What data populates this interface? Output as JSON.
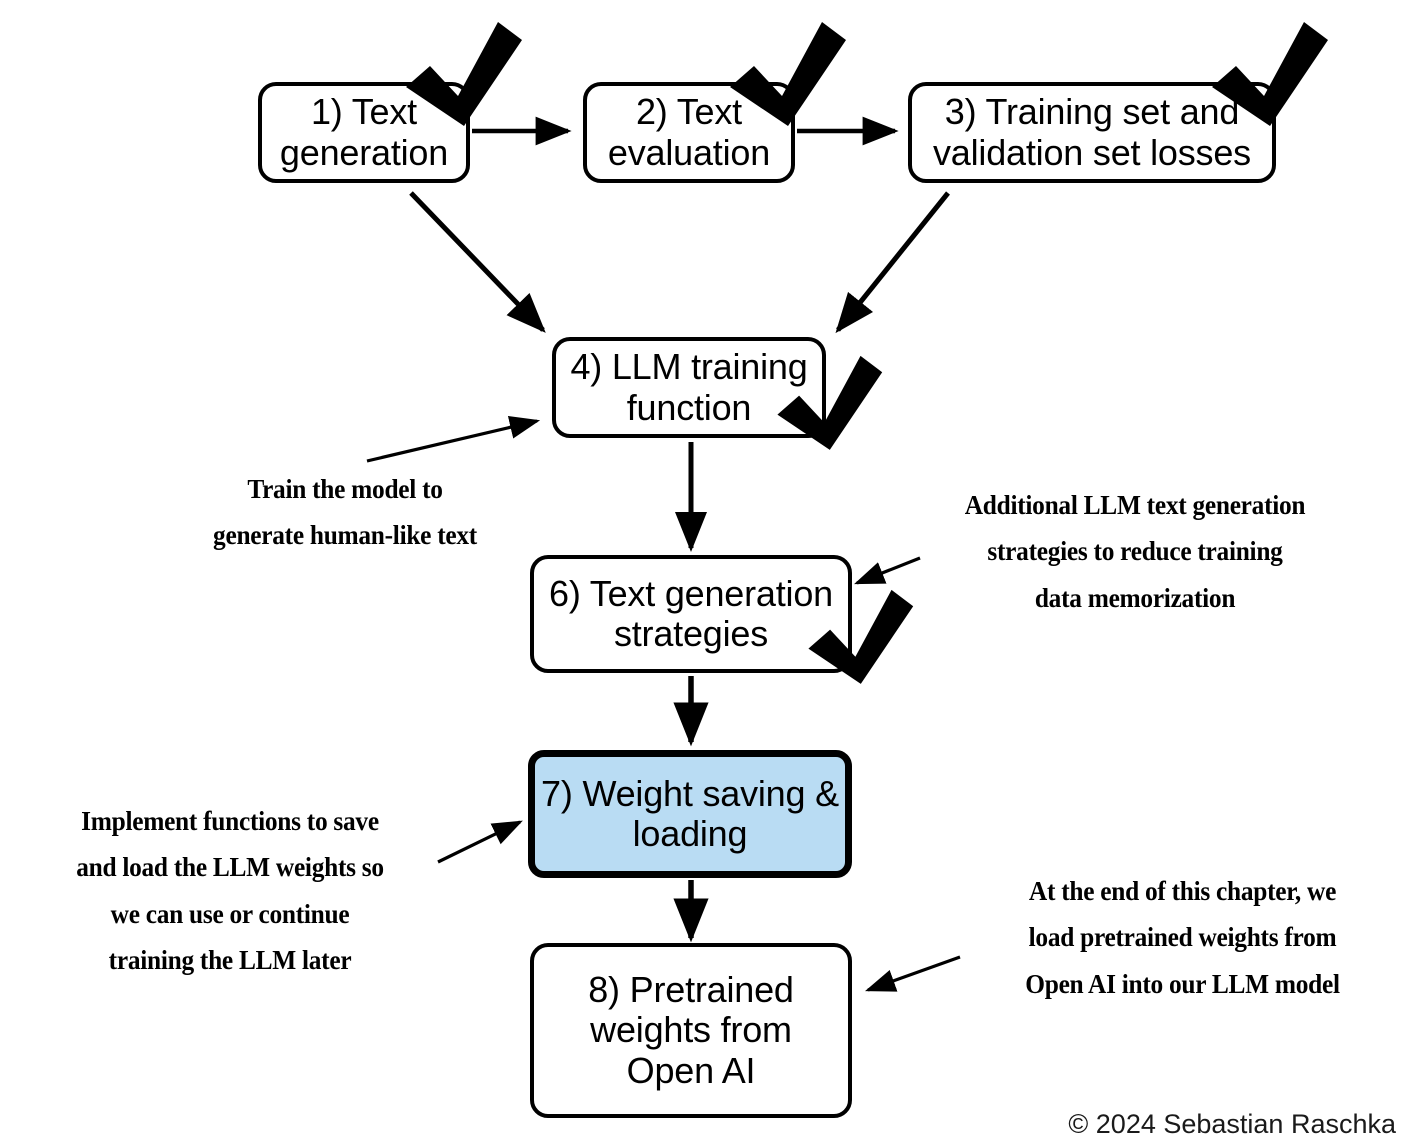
{
  "diagram": {
    "title": "LLM pretraining chapter overview flowchart",
    "background_color": "#ffffff",
    "stroke_color": "#000000",
    "highlight_color": "#b9dcf3"
  },
  "nodes": [
    {
      "id": "n1",
      "label": "1) Text\ngeneration",
      "state": "done"
    },
    {
      "id": "n2",
      "label": "2) Text\nevaluation",
      "state": "done"
    },
    {
      "id": "n3",
      "label": "3) Training set and\nvalidation set losses",
      "state": "done"
    },
    {
      "id": "n4",
      "label": "4) LLM training\nfunction",
      "state": "done"
    },
    {
      "id": "n6",
      "label": "6) Text generation\nstrategies",
      "state": "done"
    },
    {
      "id": "n7",
      "label": "7) Weight saving &\nloading",
      "state": "current"
    },
    {
      "id": "n8",
      "label": "8) Pretrained\nweights from\nOpen AI",
      "state": "upcoming"
    }
  ],
  "annotations": [
    {
      "id": "a1",
      "text": "Train the model to\ngenerate human-like text",
      "points_to": "n4"
    },
    {
      "id": "a2",
      "text": "Additional LLM text generation\nstrategies to reduce training\ndata memorization",
      "points_to": "n6"
    },
    {
      "id": "a3",
      "text": "Implement functions to save\nand load the LLM weights so\nwe can use or continue\ntraining the LLM later",
      "points_to": "n7"
    },
    {
      "id": "a4",
      "text": "At the end of this chapter, we\nload pretrained weights from\nOpen AI into our LLM model",
      "points_to": "n8"
    }
  ],
  "edges": [
    {
      "from": "n1",
      "to": "n2"
    },
    {
      "from": "n2",
      "to": "n3"
    },
    {
      "from": "n1",
      "to": "n4"
    },
    {
      "from": "n3",
      "to": "n4"
    },
    {
      "from": "n4",
      "to": "n6"
    },
    {
      "from": "n6",
      "to": "n7"
    },
    {
      "from": "n7",
      "to": "n8"
    }
  ],
  "checkmarks": [
    {
      "on": "n1",
      "icon": "checkmark-icon"
    },
    {
      "on": "n2",
      "icon": "checkmark-icon"
    },
    {
      "on": "n3",
      "icon": "checkmark-icon"
    },
    {
      "on": "n4",
      "icon": "checkmark-icon"
    },
    {
      "on": "n6",
      "icon": "checkmark-icon"
    }
  ],
  "footer": {
    "copyright": "© 2024 Sebastian Raschka"
  }
}
